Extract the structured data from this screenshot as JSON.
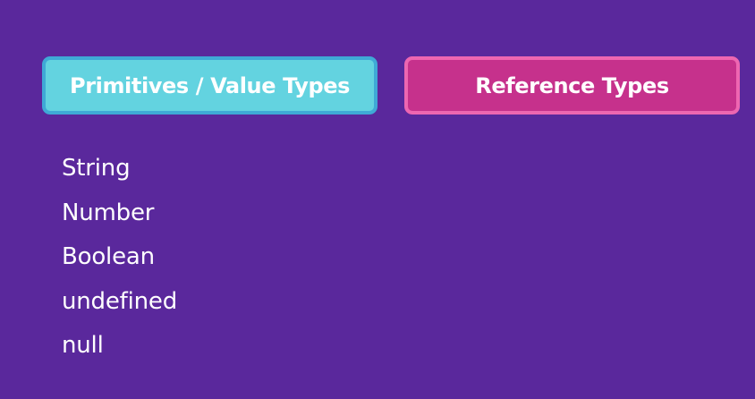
{
  "headers": {
    "primitives": "Primitives / Value Types",
    "reference": "Reference Types"
  },
  "primitive_types": [
    "String",
    "Number",
    "Boolean",
    "undefined",
    "null"
  ]
}
